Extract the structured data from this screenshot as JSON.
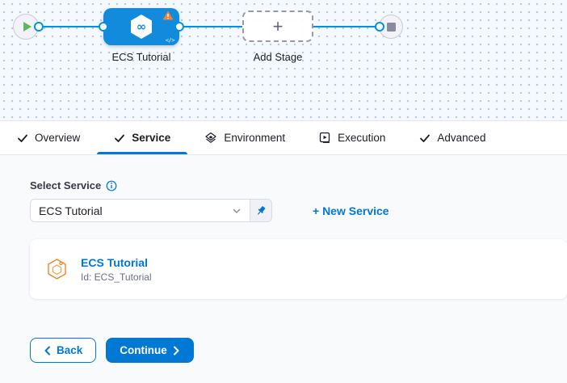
{
  "canvas": {
    "stage_label": "ECS Tutorial",
    "add_stage_label": "Add Stage",
    "add_stage_plus": "+",
    "stage_icon": "harness-cd-infinity-icon",
    "stage_code_glyph": "</>",
    "start_icon": "play-icon",
    "end_icon": "stop-icon",
    "warning_icon": "warning-triangle-icon"
  },
  "tabs": [
    {
      "label": "Overview",
      "icon": "check-icon",
      "active": false
    },
    {
      "label": "Service",
      "icon": "check-icon",
      "active": true
    },
    {
      "label": "Environment",
      "icon": "environment-layers-icon",
      "active": false
    },
    {
      "label": "Execution",
      "icon": "execution-play-box-icon",
      "active": false
    },
    {
      "label": "Advanced",
      "icon": "check-icon",
      "active": false
    }
  ],
  "service_form": {
    "label": "Select Service",
    "info_icon": "info-circle-icon",
    "dropdown_value": "ECS Tutorial",
    "dropdown_chevron_icon": "chevron-down-icon",
    "pin_icon": "pin-icon",
    "new_service_link": "+ New Service"
  },
  "service_card": {
    "icon": "service-cube-icon",
    "title": "ECS Tutorial",
    "id_line": "Id: ECS_Tutorial"
  },
  "footer": {
    "back_label": "Back",
    "continue_label": "Continue"
  },
  "colors": {
    "accent_blue": "#0278D5",
    "node_blue": "#128BDD",
    "edge_blue": "#0092E4",
    "warning_orange": "#F78030",
    "success_green": "#5CB85F",
    "service_icon_orange": "#EE8625",
    "canvas_bg": "#F4F9FD",
    "content_bg": "#F9FAFC"
  }
}
